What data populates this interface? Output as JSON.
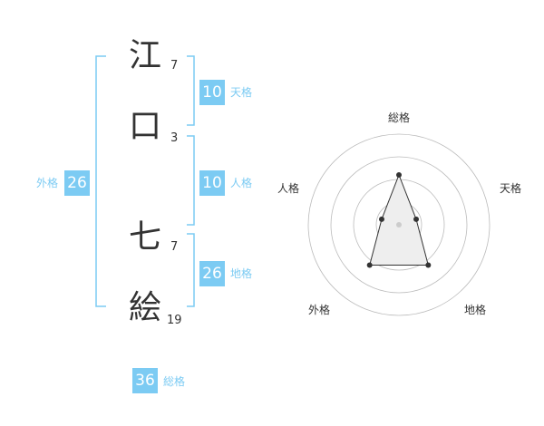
{
  "name": {
    "chars": [
      {
        "char": "江",
        "strokes": "7"
      },
      {
        "char": "口",
        "strokes": "3"
      },
      {
        "char": "七",
        "strokes": "7"
      },
      {
        "char": "絵",
        "strokes": "19"
      }
    ]
  },
  "kaku": {
    "tenkaku": {
      "value": "10",
      "label": "天格"
    },
    "jinkaku": {
      "value": "10",
      "label": "人格"
    },
    "chikaku": {
      "value": "26",
      "label": "地格"
    },
    "gaikaku": {
      "value": "26",
      "label": "外格"
    },
    "soukaku": {
      "value": "36",
      "label": "総格"
    }
  },
  "chart_data": {
    "type": "radar",
    "axes": [
      "総格",
      "天格",
      "地格",
      "外格",
      "人格"
    ],
    "values": [
      0.55,
      0.2,
      0.55,
      0.55,
      0.2
    ],
    "max": 1,
    "rings": 4,
    "colors": {
      "fill": "#eeeeee",
      "stroke": "#333333",
      "grid": "#bbbbbb",
      "center": "#cccccc"
    }
  },
  "colors": {
    "accent": "#7ccbf3",
    "text": "#333333"
  }
}
